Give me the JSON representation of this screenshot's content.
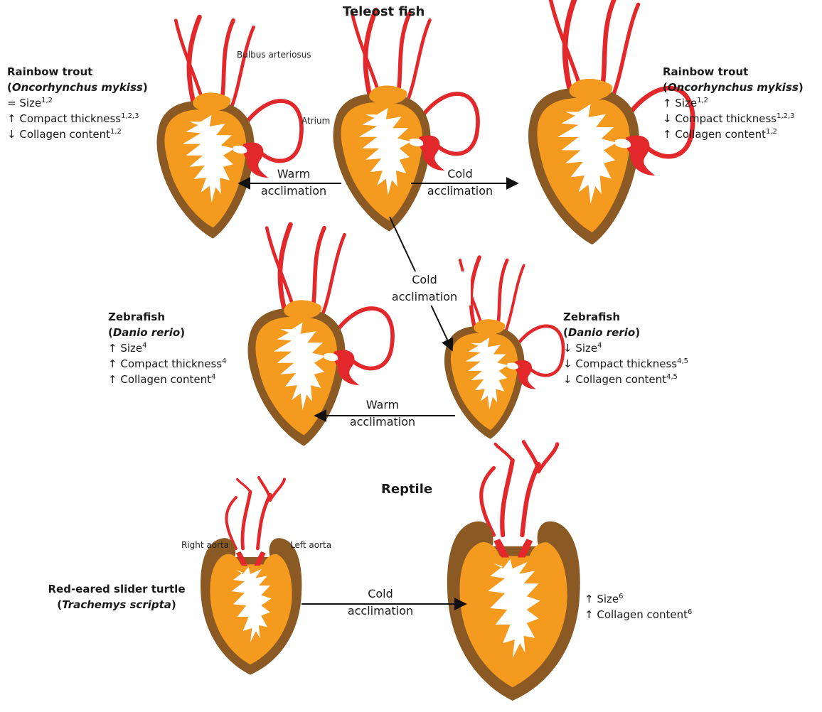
{
  "titles": {
    "fish": "Teleost fish",
    "reptile": "Reptile"
  },
  "parts": {
    "bulbus": "Bulbus arteriosus",
    "atrium": "Atrium",
    "right_aorta": "Right aorta",
    "left_aorta": "Left aorta"
  },
  "arrows": {
    "warm_top": [
      "Warm",
      "acclimation"
    ],
    "cold_top": [
      "Cold",
      "acclimation"
    ],
    "cold_diag": [
      "Cold",
      "acclimation"
    ],
    "warm_mid": [
      "Warm",
      "acclimation"
    ],
    "cold_turtle": [
      "Cold",
      "acclimation"
    ]
  },
  "species": {
    "trout": {
      "common": "Rainbow trout",
      "latin": "Oncorhynchus mykiss"
    },
    "zebrafish": {
      "common": "Zebrafish",
      "latin": "Danio rerio"
    },
    "turtle": {
      "common": "Red-eared slider turtle",
      "latin": "Trachemys scripta"
    }
  },
  "effects": {
    "trout_warm": [
      {
        "sym": "=",
        "text": "Size",
        "ref": "1,2"
      },
      {
        "sym": "↑",
        "text": "Compact thickness",
        "ref": "1,2,3"
      },
      {
        "sym": "↓",
        "text": "Collagen content",
        "ref": "1,2"
      }
    ],
    "trout_cold": [
      {
        "sym": "↑",
        "text": "Size",
        "ref": "1,2"
      },
      {
        "sym": "↓",
        "text": "Compact thickness",
        "ref": "1,2,3"
      },
      {
        "sym": "↑",
        "text": "Collagen content",
        "ref": "1,2"
      }
    ],
    "zebra_warm": [
      {
        "sym": "↑",
        "text": "Size",
        "ref": "4"
      },
      {
        "sym": "↑",
        "text": "Compact thickness",
        "ref": "4"
      },
      {
        "sym": "↑",
        "text": "Collagen content",
        "ref": "4"
      }
    ],
    "zebra_cold": [
      {
        "sym": "↓",
        "text": "Size",
        "ref": "4"
      },
      {
        "sym": "↓",
        "text": "Compact thickness",
        "ref": "4,5"
      },
      {
        "sym": "↓",
        "text": "Collagen content",
        "ref": "4,5"
      }
    ],
    "turtle_cold": [
      {
        "sym": "↑",
        "text": "Size",
        "ref": "6"
      },
      {
        "sym": "↑",
        "text": "Collagen content",
        "ref": "6"
      }
    ]
  },
  "colors": {
    "compact": "#8b5a24",
    "spongy": "#f39a1f",
    "vessel": "#e3282c",
    "lumen": "#ffffff",
    "arrow": "#111111"
  }
}
